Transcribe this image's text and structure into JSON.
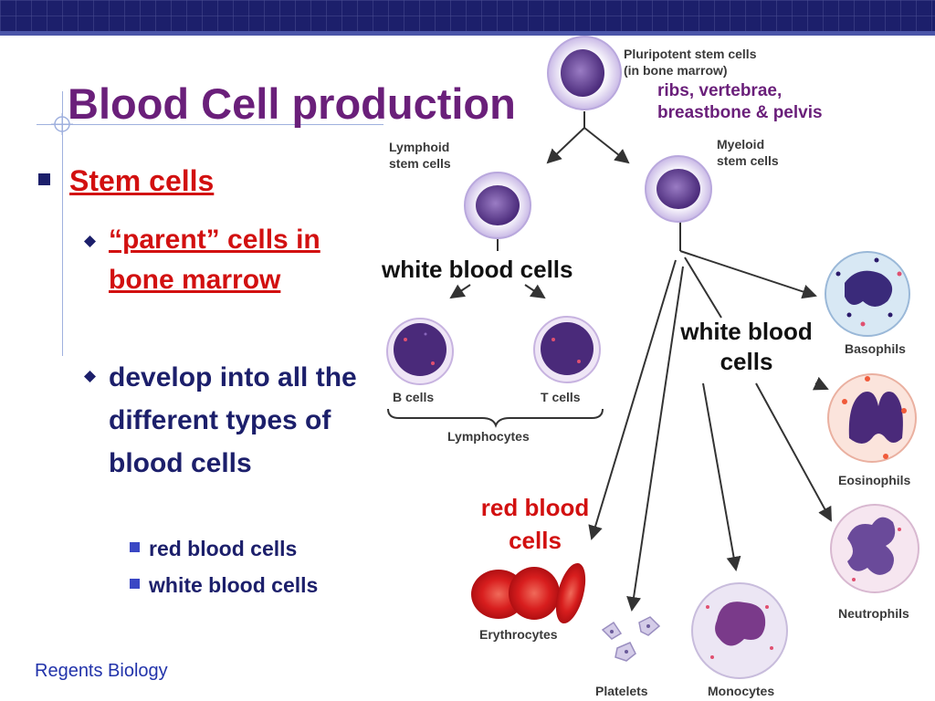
{
  "slide": {
    "title": "Blood Cell production",
    "footer": "Regents Biology",
    "bullets": {
      "stem_cells": "Stem cells",
      "parent_cells": "“parent” cells in bone marrow",
      "develop": "develop into all the different types of blood cells",
      "red_blood_cells": "red blood cells",
      "white_blood_cells": "white blood cells"
    }
  },
  "diagram": {
    "pluripotent_label": [
      "Pluripotent stem cells",
      "(in bone marrow)"
    ],
    "location_note": [
      "ribs, vertebrae,",
      "breastbone & pelvis"
    ],
    "lymphoid_label": [
      "Lymphoid",
      "stem cells"
    ],
    "myeloid_label": [
      "Myeloid",
      "stem cells"
    ],
    "b_cells": "B cells",
    "t_cells": "T cells",
    "lymphocytes": "Lymphocytes",
    "basophils": "Basophils",
    "eosinophils": "Eosinophils",
    "neutrophils": "Neutrophils",
    "erythrocytes": "Erythrocytes",
    "platelets": "Platelets",
    "monocytes": "Monocytes",
    "annotation_wbc_1": "white blood cells",
    "annotation_wbc_2": "white blood cells",
    "annotation_rbc": "red blood cells"
  },
  "colors": {
    "header_bar": "#1c1f6b",
    "title": "#6a1f7a",
    "bullet_text": "#1c1f6b",
    "emphasis_red": "#d21010",
    "cell_nucleus": "#5b3c8c"
  }
}
